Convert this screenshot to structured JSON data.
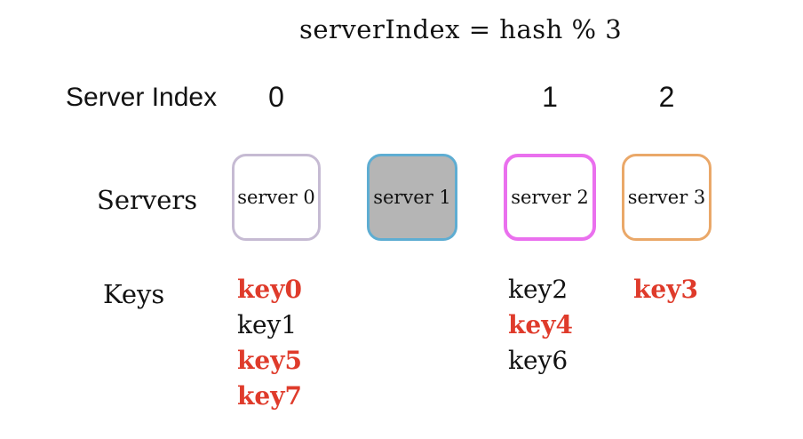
{
  "title": "serverIndex = hash % 3",
  "colors": {
    "key_highlight": "#df3b2b",
    "text": "#121212",
    "offline_fill": "#b5b5b5"
  },
  "index_row": {
    "label": "Server Index",
    "indices": [
      "0",
      "1",
      "2"
    ]
  },
  "servers_row": {
    "label": "Servers",
    "servers": [
      {
        "name": "server 0",
        "border_color": "#c6bbd3",
        "bg_color": "#ffffff"
      },
      {
        "name": "server 1",
        "border_color": "#5eadd2",
        "bg_color": "#b5b5b5"
      },
      {
        "name": "server 2",
        "border_color": "#ea70ee",
        "bg_color": "#ffffff"
      },
      {
        "name": "server 3",
        "border_color": "#eaa869",
        "bg_color": "#ffffff"
      }
    ]
  },
  "keys_row": {
    "label": "Keys",
    "columns": [
      {
        "keys": [
          {
            "text": "key0",
            "highlight": true
          },
          {
            "text": "key1",
            "highlight": false
          },
          {
            "text": "key5",
            "highlight": true
          },
          {
            "text": "key7",
            "highlight": true
          }
        ]
      },
      {
        "keys": [
          {
            "text": "key2",
            "highlight": false
          },
          {
            "text": "key4",
            "highlight": true
          },
          {
            "text": "key6",
            "highlight": false
          }
        ]
      },
      {
        "keys": [
          {
            "text": "key3",
            "highlight": true
          }
        ]
      }
    ]
  }
}
